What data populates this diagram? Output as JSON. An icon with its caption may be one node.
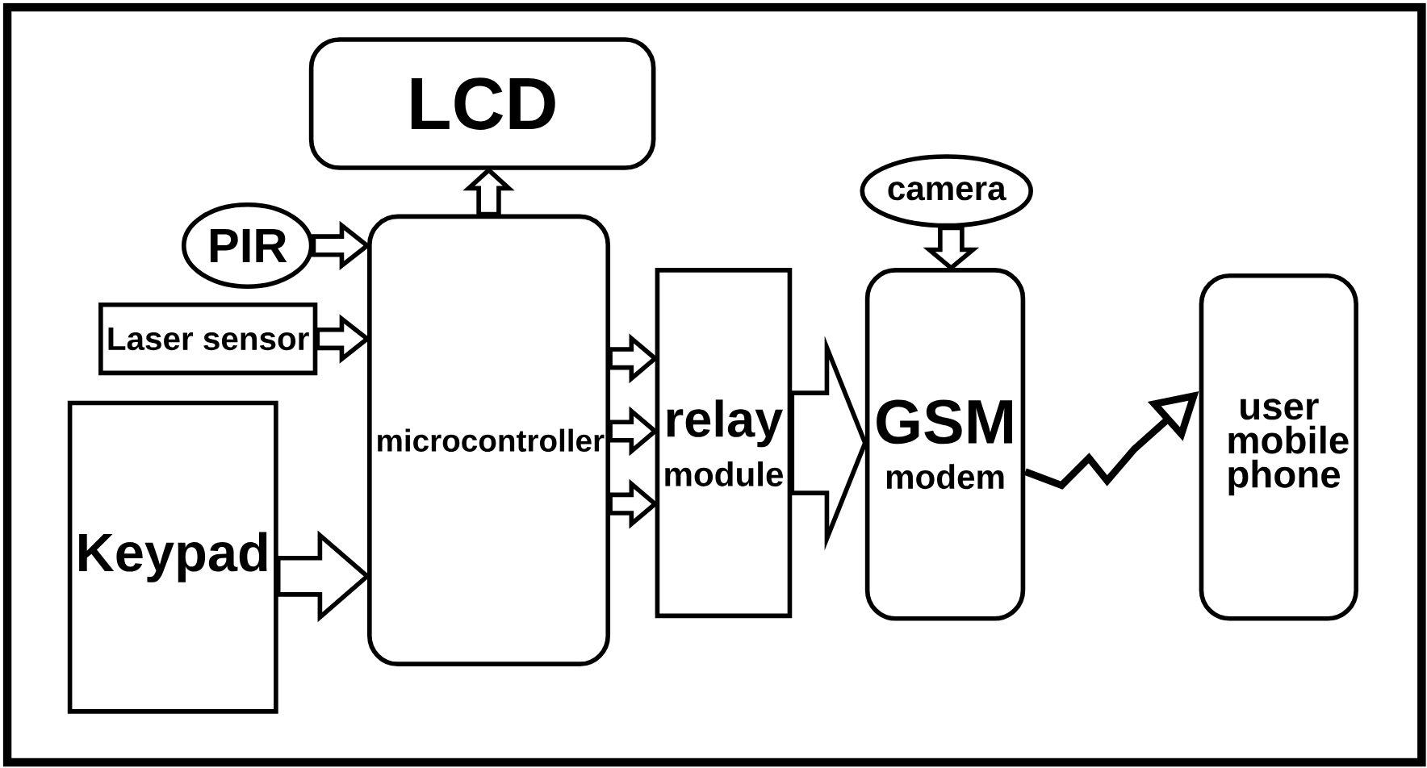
{
  "diagram": {
    "nodes": [
      {
        "text": [
          "LCD"
        ]
      },
      {
        "text": [
          "PIR"
        ]
      },
      {
        "text": [
          "Laser sensor"
        ]
      },
      {
        "text": [
          "Keypad"
        ]
      },
      {
        "text": [
          "microcontroller"
        ]
      },
      {
        "text": [
          "relay",
          "module"
        ]
      },
      {
        "text": [
          "camera"
        ]
      },
      {
        "text": [
          "GSM",
          "modem"
        ]
      },
      {
        "text": [
          "user mobile phone"
        ]
      }
    ],
    "edges": [
      {
        "from": 1,
        "to": 4,
        "arrow": "to"
      },
      {
        "from": 2,
        "to": 4,
        "arrow": "to"
      },
      {
        "from": 3,
        "to": 4,
        "arrow": "to"
      },
      {
        "from": 4,
        "to": 0,
        "arrow": "to"
      },
      {
        "from": 4,
        "to": 5,
        "arrow": "to"
      },
      {
        "from": 4,
        "to": 5,
        "arrow": "to"
      },
      {
        "from": 4,
        "to": 5,
        "arrow": "to"
      },
      {
        "from": 5,
        "to": 7,
        "arrow": "to"
      },
      {
        "from": 6,
        "to": 7,
        "arrow": "to"
      },
      {
        "from": 7,
        "to": 8,
        "arrow": "to"
      }
    ]
  }
}
